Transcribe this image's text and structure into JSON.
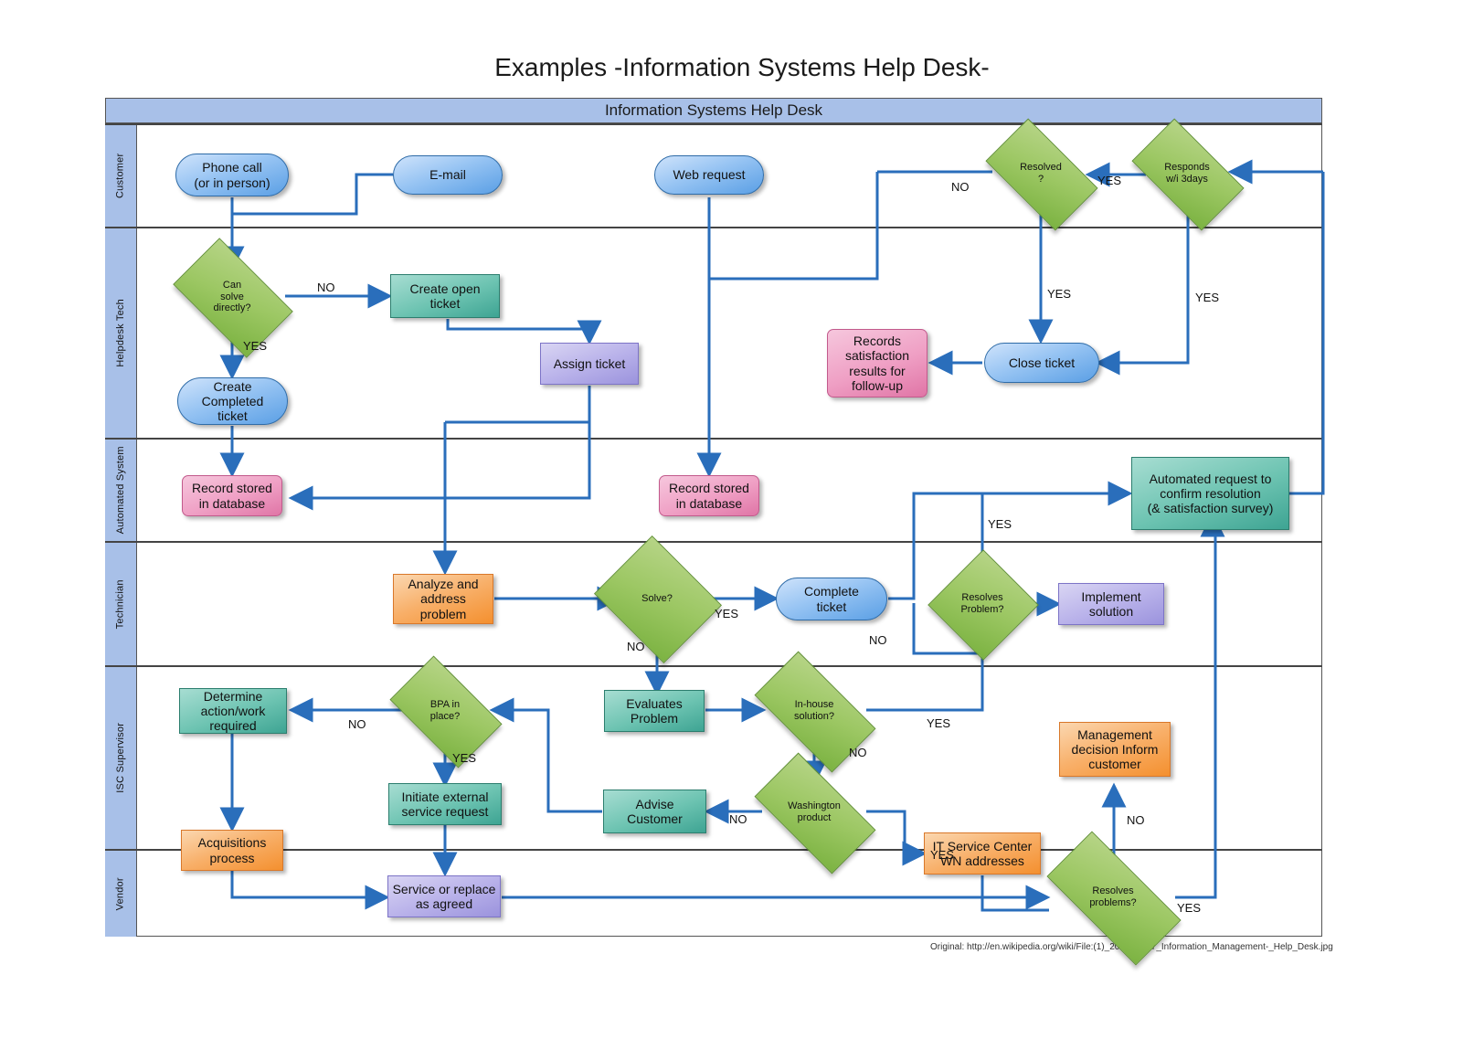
{
  "page": {
    "title": "Examples -Information Systems Help Desk-",
    "pool_title": "Information Systems Help Desk",
    "footer": "Original: http://en.wikipedia.org/wiki/File:(1)_2008-04-07_Information_Management-_Help_Desk.jpg"
  },
  "lanes": [
    {
      "label": "Customer"
    },
    {
      "label": "Helpdesk Tech"
    },
    {
      "label": "Automated System"
    },
    {
      "label": "Technician"
    },
    {
      "label": "ISC Supervisor"
    },
    {
      "label": "Vendor"
    }
  ],
  "nodes": {
    "phone_call": "Phone call\n(or in person)",
    "email": "E-mail",
    "web_request": "Web request",
    "resolved_q": "Resolved\n?",
    "responds_q": "Responds\nw/i 3days",
    "can_solve_q": "Can\nsolve\ndirectly?",
    "create_open_ticket": "Create open\nticket",
    "assign_ticket": "Assign ticket",
    "create_completed_ticket": "Create\nCompleted\nticket",
    "records_satisfaction": "Records\nsatisfaction\nresults for\nfollow-up",
    "close_ticket": "Close ticket",
    "record_stored_1": "Record stored\nin database",
    "record_stored_2": "Record stored\nin database",
    "automated_request": "Automated request to\nconfirm resolution\n(& satisfaction survey)",
    "analyze_problem": "Analyze and\naddress\nproblem",
    "solve_q": "Solve?",
    "complete_ticket": "Complete\nticket",
    "resolves_problem_q": "Resolves\nProblem?",
    "implement_solution": "Implement\nsolution",
    "determine_action": "Determine\naction/work\nrequired",
    "bpa_q": "BPA in\nplace?",
    "evaluates_problem": "Evaluates\nProblem",
    "inhouse_q": "In-house\nsolution?",
    "initiate_external": "Initiate external\nservice request",
    "advise_customer": "Advise\nCustomer",
    "washington_q": "Washington\nproduct",
    "management_decision": "Management\ndecision Inform\ncustomer",
    "acquisitions": "Acquisitions\nprocess",
    "it_service_center": "IT Service Center\nWN addresses",
    "service_or_replace": "Service or replace\nas agreed",
    "resolves_problems_q": "Resolves\nproblems?"
  },
  "edge_labels": {
    "no_resolved": "NO",
    "yes_responds": "YES",
    "no_can_solve": "NO",
    "yes_can_solve": "YES",
    "yes_resolved_down": "YES",
    "yes_responds_down": "YES",
    "yes_solve": "YES",
    "no_solve": "NO",
    "no_resolves_problem": "NO",
    "yes_inhouse_up": "YES",
    "no_bpa": "NO",
    "yes_bpa": "YES",
    "yes_inhouse": "YES",
    "no_inhouse": "NO",
    "no_washington": "NO",
    "yes_washington": "YES",
    "no_resolves_problems": "NO",
    "yes_resolves_problems": "YES"
  },
  "colors": {
    "lane_header": "#a8c0e8",
    "arrow": "#2a6ebb",
    "decision": "#9cc763",
    "teal": "#6cc3b1",
    "blue": "#97c4f3",
    "pink": "#ef9fc4",
    "orange": "#f8b06a",
    "purple": "#b9b2ea"
  }
}
